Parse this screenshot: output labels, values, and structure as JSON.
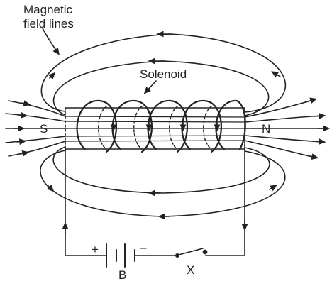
{
  "labels": {
    "magnetic_line1": "Magnetic",
    "magnetic_line2": "field lines",
    "solenoid": "Solenoid",
    "south_pole": "S",
    "north_pole": "N",
    "battery": "B",
    "switch": "X",
    "battery_positive": "+",
    "battery_negative": "–"
  },
  "colors": {
    "ink": "#222222",
    "background": "#ffffff"
  }
}
